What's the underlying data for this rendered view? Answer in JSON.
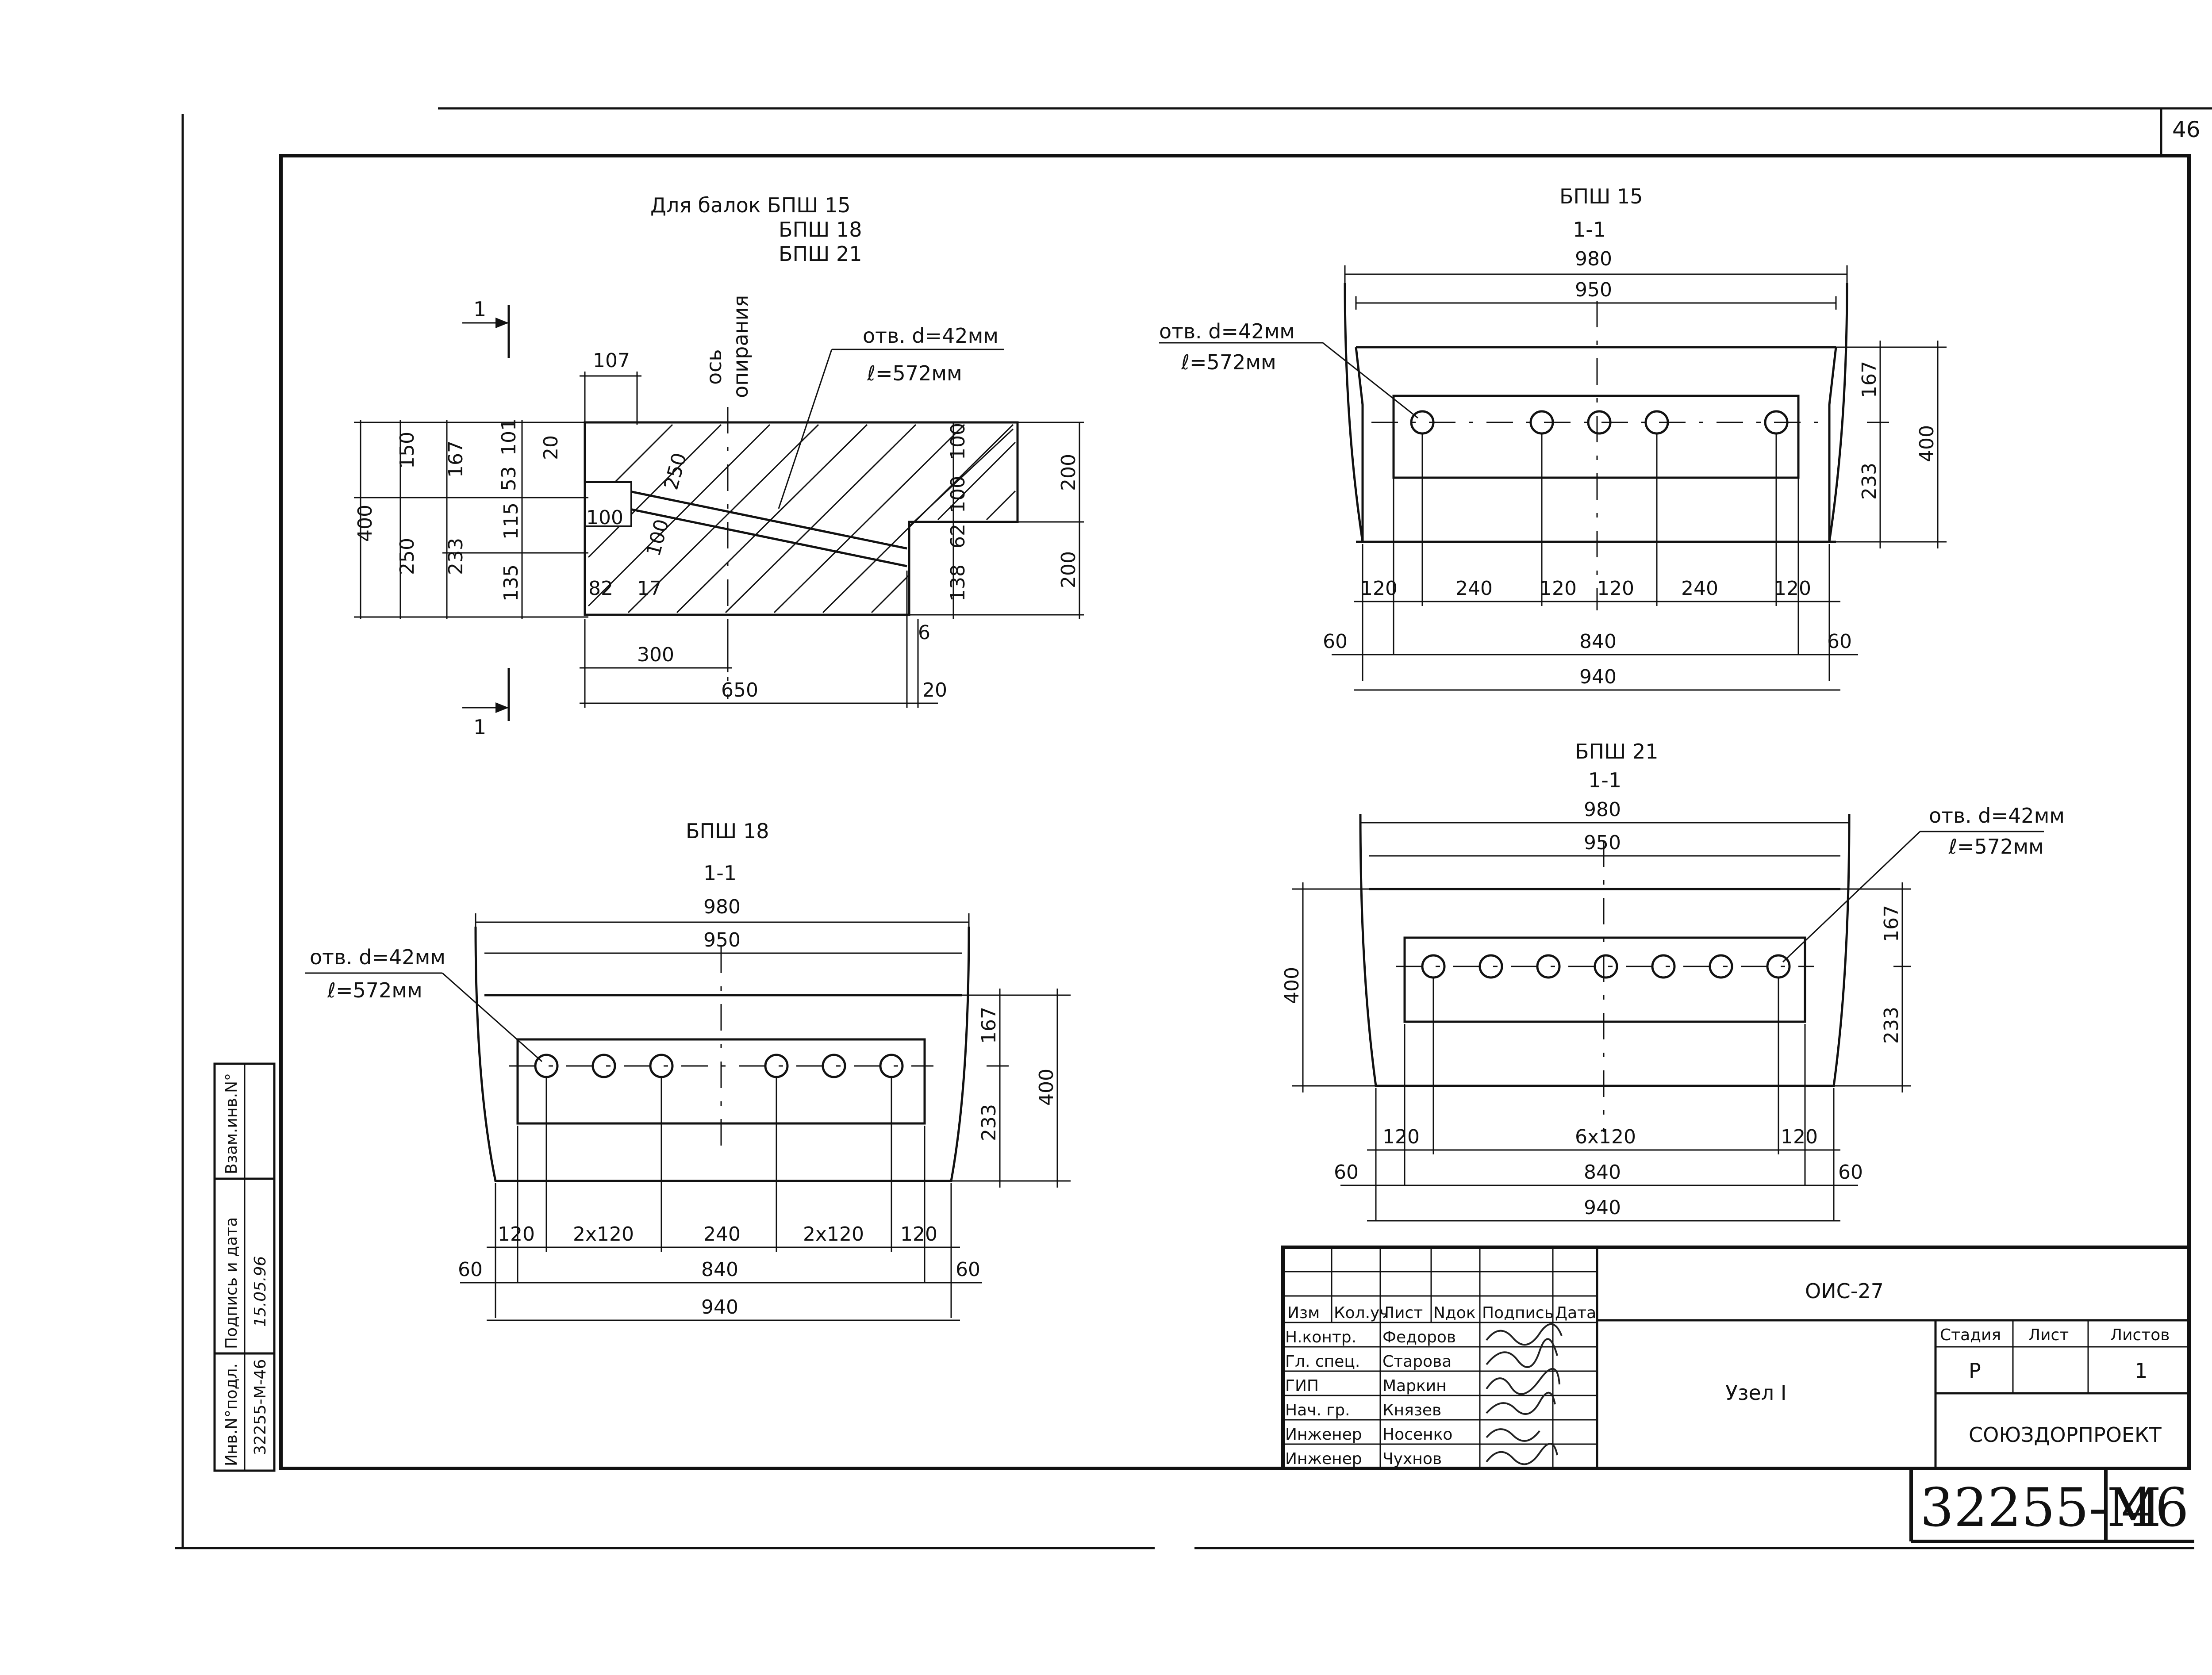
{
  "sheet_corner_number": "46",
  "sheet_number": "46",
  "doc_code": "32255-М",
  "general_note": {
    "line1": "Для балок БПШ 15",
    "line2": "БПШ 18",
    "line3": "БПШ 21"
  },
  "section_mark": "1",
  "axis_label": {
    "line1": "ось",
    "line2": "опирания"
  },
  "hole_note": {
    "diameter": "отв. d=42мм",
    "length": "ℓ=572мм"
  },
  "side_view": {
    "dims": {
      "d107": "107",
      "d150": "150",
      "d250": "250",
      "d400": "400",
      "d167": "167",
      "d233": "233",
      "d53": "53",
      "d101": "101",
      "d20a": "20",
      "d115": "115",
      "d135": "135",
      "d100a": "100",
      "d100b": "100",
      "d100c": "100",
      "d100d": "100",
      "d82": "82",
      "d17": "17",
      "d250b": "250",
      "d62": "62",
      "d138": "138",
      "d200a": "200",
      "d200b": "200",
      "d300": "300",
      "d650": "650",
      "d20b": "20",
      "d6": "6"
    }
  },
  "view_bpsh15": {
    "title": "БПШ 15",
    "section": "1-1",
    "dims": {
      "w980": "980",
      "w950": "950",
      "h167": "167",
      "h233": "233",
      "h400": "400",
      "s120a": "120",
      "s240a": "240",
      "s120b": "120",
      "s120c": "120",
      "s240b": "240",
      "s120d": "120",
      "m60a": "60",
      "m840": "840",
      "m60b": "60",
      "m940": "940"
    }
  },
  "view_bpsh18": {
    "title": "БПШ 18",
    "section": "1-1",
    "dims": {
      "w980": "980",
      "w950": "950",
      "h167": "167",
      "h233": "233",
      "h400": "400",
      "s120a": "120",
      "s2x120a": "2х120",
      "s240": "240",
      "s2x120b": "2х120",
      "s120b": "120",
      "m60a": "60",
      "m840": "840",
      "m60b": "60",
      "m940": "940"
    }
  },
  "view_bpsh21": {
    "title": "БПШ 21",
    "section": "1-1",
    "dims": {
      "w980": "980",
      "w950": "950",
      "h167": "167",
      "h233": "233",
      "h400": "400",
      "s120a": "120",
      "s6x120": "6х120",
      "s120b": "120",
      "m60a": "60",
      "m840": "840",
      "m60b": "60",
      "m940": "940"
    }
  },
  "side_stamp": {
    "inv_orig": "Инв.N°подл.",
    "inv_value": "32255-М-46",
    "sign_date": "Подпись и дата",
    "sign_value": "15.05.96",
    "vzam": "Взам.инв.N°"
  },
  "title_block": {
    "headers": [
      "Изм",
      "Кол.уч",
      "Лист",
      "Nдок",
      "Подпись",
      "Дата"
    ],
    "rows": [
      {
        "role": "Н.контр.",
        "name": "Федоров"
      },
      {
        "role": "Гл. спец.",
        "name": "Старова"
      },
      {
        "role": "ГИП",
        "name": "Маркин"
      },
      {
        "role": "Нач. гр.",
        "name": "Князев"
      },
      {
        "role": "Инженер",
        "name": "Носенко"
      },
      {
        "role": "Инженер",
        "name": "Чухнов"
      }
    ],
    "designation": "ОИС-27",
    "name": "Узел I",
    "stage_label": "Стадия",
    "sheet_label": "Лист",
    "sheets_label": "Листов",
    "stage_value": "Р",
    "sheets_value": "1",
    "org": "СОЮЗДОРПРОЕКТ"
  }
}
